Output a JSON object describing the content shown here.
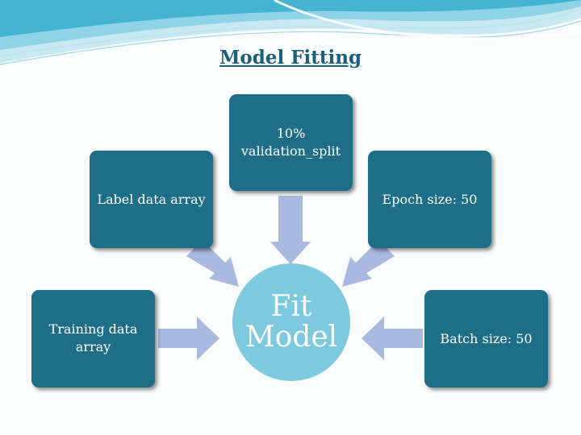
{
  "title": "Model Fitting",
  "nodes": {
    "validation": "10% validation_split",
    "label": "Label data array",
    "epoch": "Epoch size: 50",
    "training": "Training data array",
    "batch": "Batch size: 50",
    "center": "Fit Model"
  },
  "colors": {
    "box": "#1e6e88",
    "center": "#7dc9e0",
    "arrow": "#a9b9df",
    "title": "#1d5f79"
  }
}
